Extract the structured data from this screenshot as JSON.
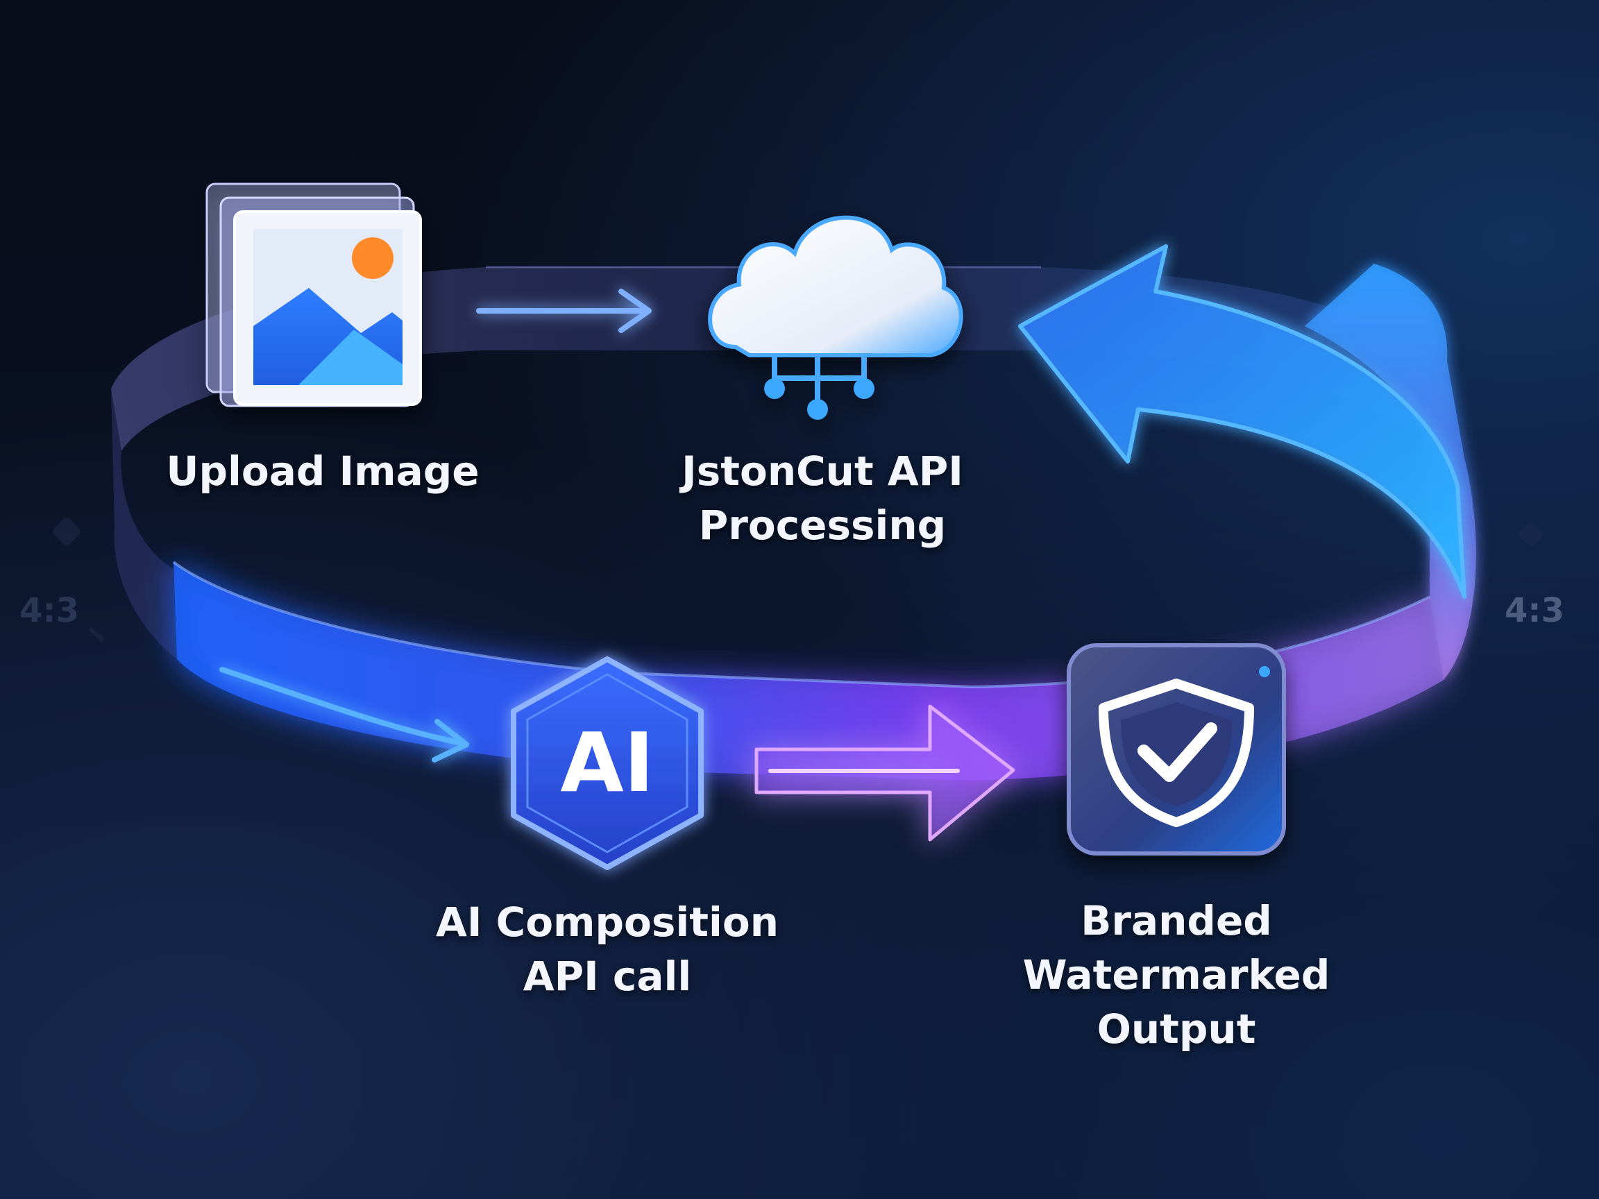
{
  "steps": [
    {
      "line1": "Upload Image",
      "line2": "",
      "line3": ""
    },
    {
      "line1": "JstonCut API",
      "line2": "Processing",
      "line3": ""
    },
    {
      "line1": "AI Composition",
      "line2": "API call",
      "line3": ""
    },
    {
      "line1": "Branded",
      "line2": "Watermarked",
      "line3": "Output"
    }
  ],
  "ai_badge_text": "AI",
  "aspect_label_left": "4:3",
  "aspect_label_right": "4:3",
  "icons": [
    "image-stack-icon",
    "cloud-network-icon",
    "ai-hexagon-icon",
    "shield-check-icon"
  ],
  "colors": {
    "background": "#070b17",
    "ribbon_blue": "#2f6bff",
    "ribbon_purple": "#8b4dff",
    "ribbon_cyan": "#36c2ff",
    "accent_orange": "#ff8a2b",
    "text": "#f4f6ff"
  }
}
